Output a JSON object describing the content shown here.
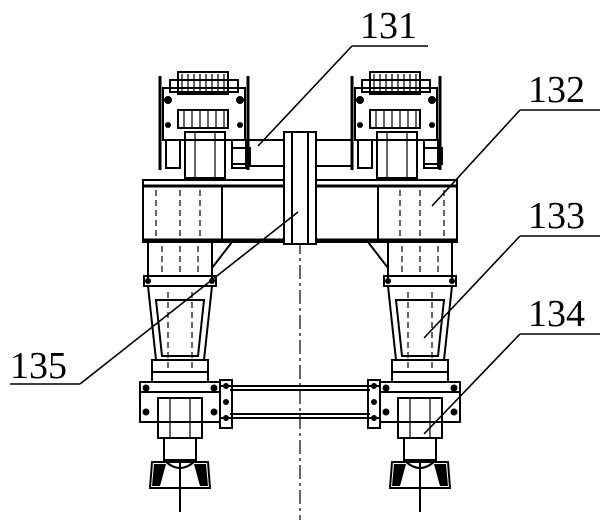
{
  "labels": {
    "l131": "131",
    "l132": "132",
    "l133": "133",
    "l134": "134",
    "l135": "135"
  }
}
